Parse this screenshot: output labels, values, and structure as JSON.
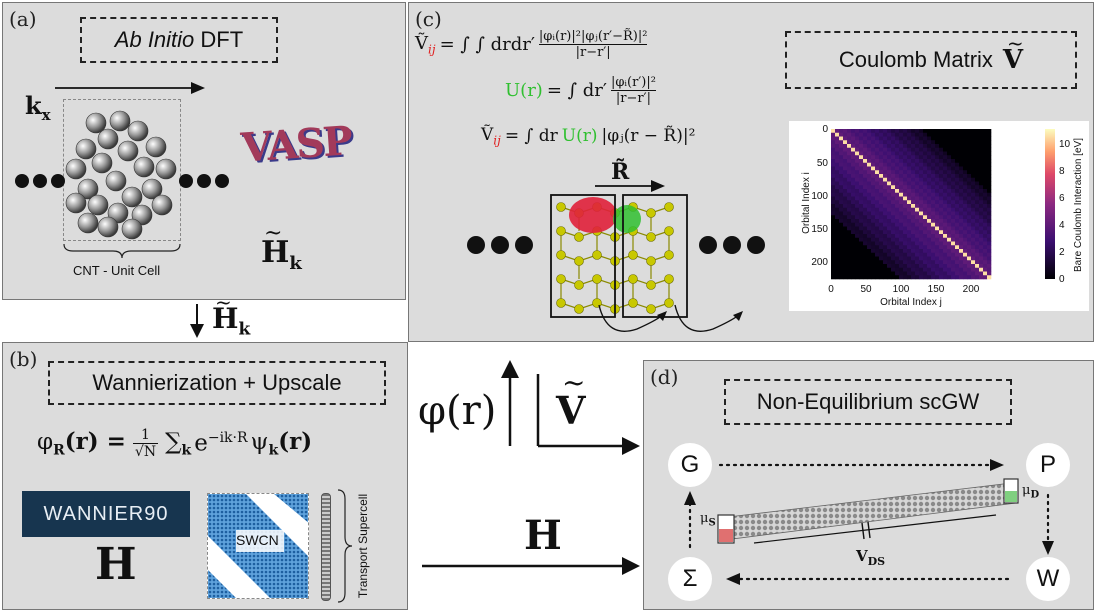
{
  "panel_a": {
    "label": "(a)",
    "title_italic": "Ab Initio",
    "title_rest": " DFT",
    "kx_label": "k",
    "kx_sub": "x",
    "unit_cell_label": "CNT - Unit Cell",
    "logo_text": "VASP",
    "hk_label": "H",
    "hk_sub": "k"
  },
  "between_ab": {
    "hk_label": "H",
    "hk_sub": "k"
  },
  "panel_b": {
    "label": "(b)",
    "title": "Wannierization + Upscale",
    "eq_lhs": "φ",
    "eq_lhs_sub": "R",
    "eq_lhs_arg": "(r) =",
    "eq_frac_num": "1",
    "eq_frac_den": "√N",
    "eq_sum": "∑",
    "eq_sum_sub": "k",
    "eq_exp_base": "e",
    "eq_exp": "−ik·R",
    "eq_psi": "ψ",
    "eq_psi_sub": "k",
    "eq_psi_arg": "(r)",
    "wannier_logo": "WANNIER90",
    "h_label": "H",
    "swcn_label": "SWCN",
    "supercell_label": "Transport Supercell"
  },
  "panel_c": {
    "label": "(c)",
    "title_text": "Coulomb Matrix",
    "title_symbol": "V",
    "eq1": "Ṽ",
    "eq1_sub": "ij",
    "eq1_rhs": "= ∫ ∫ drdr′",
    "eq1_num": "|φᵢ(r)|²|φⱼ(r′−R̃)|²",
    "eq1_den": "|r−r′|",
    "eq2_lhs": "U(r)",
    "eq2_rhs": "= ∫ dr′",
    "eq2_num": "|φᵢ(r′)|²",
    "eq2_den": "|r−r′|",
    "eq3": "Ṽ",
    "eq3_sub": "ij",
    "eq3_rhs": "= ∫ dr",
    "eq3_u": "U(r)",
    "eq3_tail": "|φⱼ(r − R̃)|²",
    "r_label": "R̃",
    "heatmap": {
      "xlabel": "Orbital Index j",
      "ylabel": "Orbital Index i",
      "colorbar_label": "Bare Coulomb Interaction [eV]",
      "x_ticks": [
        "0",
        "50",
        "100",
        "150",
        "200"
      ],
      "y_ticks": [
        "0",
        "50",
        "100",
        "150",
        "200"
      ],
      "cb_ticks": [
        "0",
        "2",
        "4",
        "6",
        "8",
        "10"
      ]
    }
  },
  "middle": {
    "phi_label": "φ(r)",
    "v_label": "V",
    "h_label": "H"
  },
  "panel_d": {
    "label": "(d)",
    "title": "Non-Equilibrium scGW",
    "node_g": "G",
    "node_p": "P",
    "node_w": "W",
    "node_sigma": "Σ",
    "mu_s": "μ",
    "mu_s_sub": "S",
    "mu_d": "μ",
    "mu_d_sub": "D",
    "vds": "V",
    "vds_sub": "DS"
  },
  "colors": {
    "panel_bg": "#dcdcdc",
    "red_index": "#e02020",
    "green_index": "#30c030",
    "wannier_bg": "#17354f",
    "matrix_blue": "#2b7bc4",
    "atom_yellow": "#c8c800"
  }
}
